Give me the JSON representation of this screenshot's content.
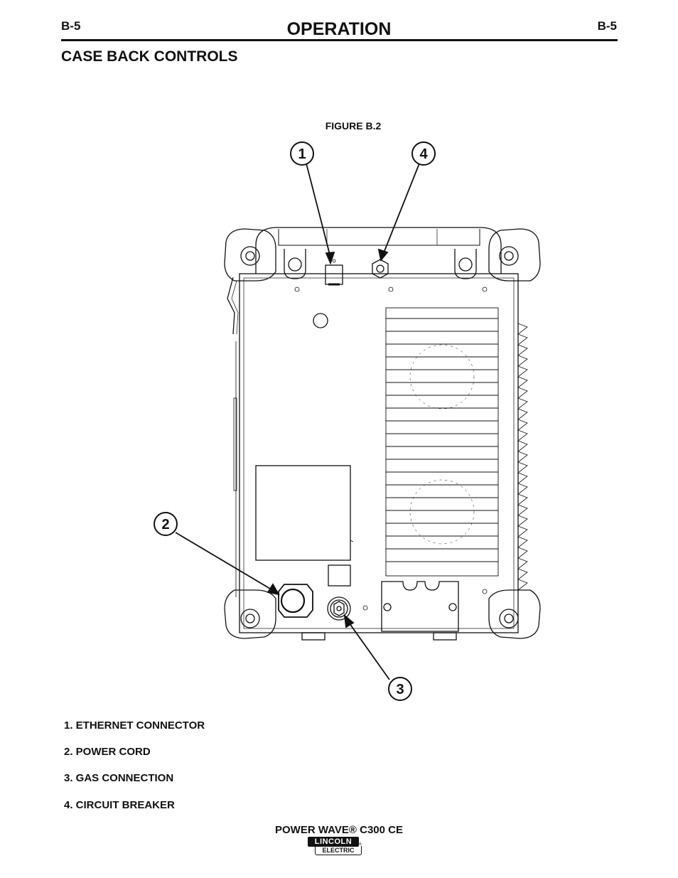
{
  "header": {
    "page_code_left": "B-5",
    "title": "OPERATION",
    "page_code_right": "B-5"
  },
  "section": {
    "title": "CASE BACK CONTROLS"
  },
  "figure": {
    "label": "FIGURE B.2",
    "callouts": [
      "1",
      "2",
      "3",
      "4"
    ]
  },
  "legend": [
    "1.  ETHERNET CONNECTOR",
    "2.  POWER CORD",
    "3.  GAS CONNECTION",
    "4.  CIRCUIT BREAKER"
  ],
  "footer": {
    "model": "POWER WAVE® C300 CE",
    "logo_top": "LINCOLN",
    "logo_bottom": "ELECTRIC",
    "logo_registered": "®"
  }
}
